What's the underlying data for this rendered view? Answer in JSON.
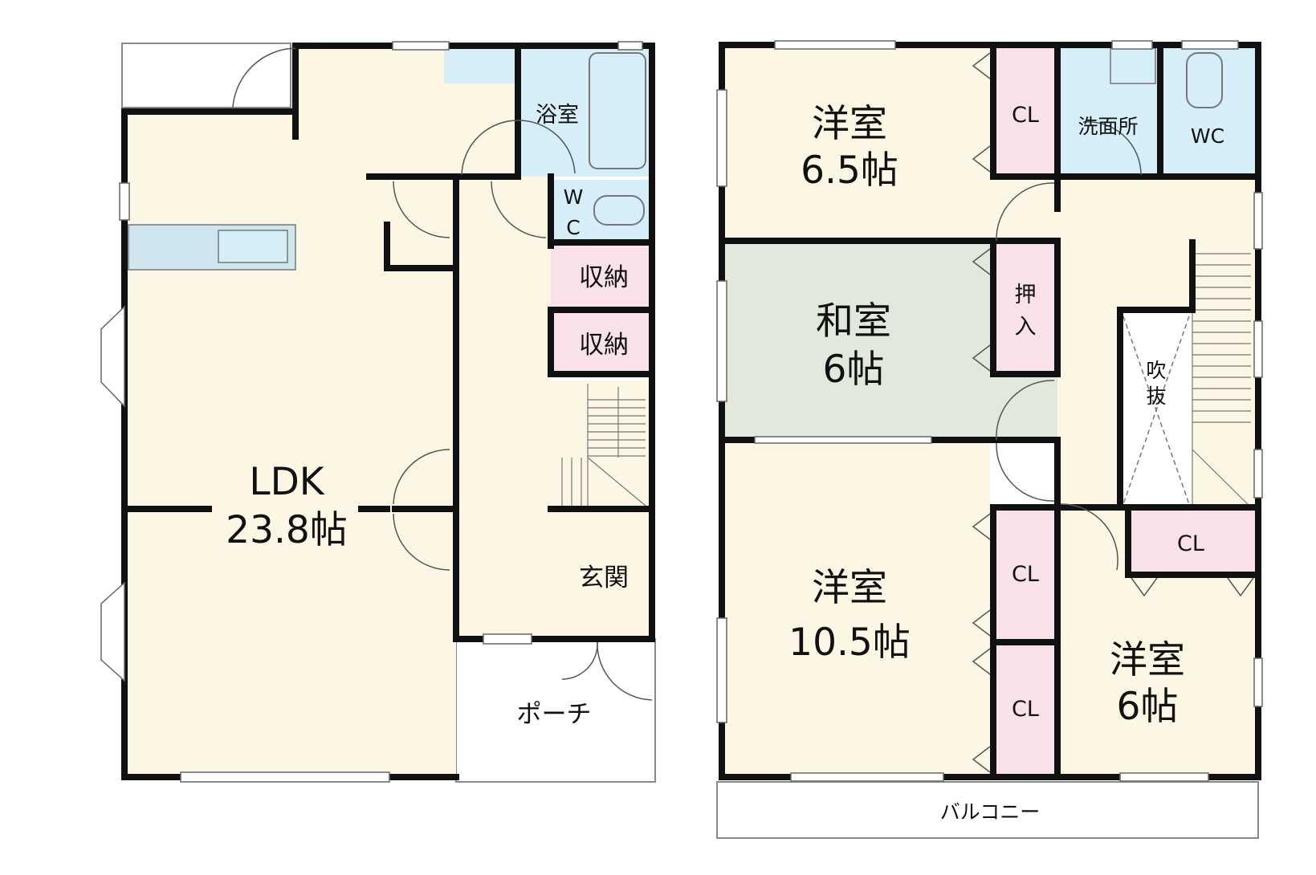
{
  "colors": {
    "floor": "#fdf6e5",
    "wet_area": "#d6eef8",
    "closet": "#f9e1ea",
    "tatami": "#e3e8dc",
    "wall": "#111111",
    "window": "#ffffff",
    "thin_line": "#444444"
  },
  "floor1": {
    "ldk": {
      "name": "LDK",
      "size": "23.8帖"
    },
    "bathroom": "浴室",
    "toilet": {
      "line1": "W",
      "line2": "C"
    },
    "storage_upper": "収納",
    "storage_lower": "収納",
    "entrance": "玄関",
    "porch": "ポーチ"
  },
  "floor2": {
    "western_room_a": {
      "name": "洋室",
      "size": "6.5帖"
    },
    "japanese_room": {
      "name": "和室",
      "size": "6帖"
    },
    "western_room_b": {
      "name": "洋室",
      "size": "10.5帖"
    },
    "western_room_c": {
      "name": "洋室",
      "size": "6帖"
    },
    "closet_a": "CL",
    "closet_b1": "CL",
    "closet_b2": "CL",
    "closet_c": "CL",
    "oshiire": {
      "line1": "押",
      "line2": "入"
    },
    "washroom": "洗面所",
    "toilet": "WC",
    "void": {
      "line1": "吹",
      "line2": "抜"
    },
    "balcony": "バルコニー"
  }
}
